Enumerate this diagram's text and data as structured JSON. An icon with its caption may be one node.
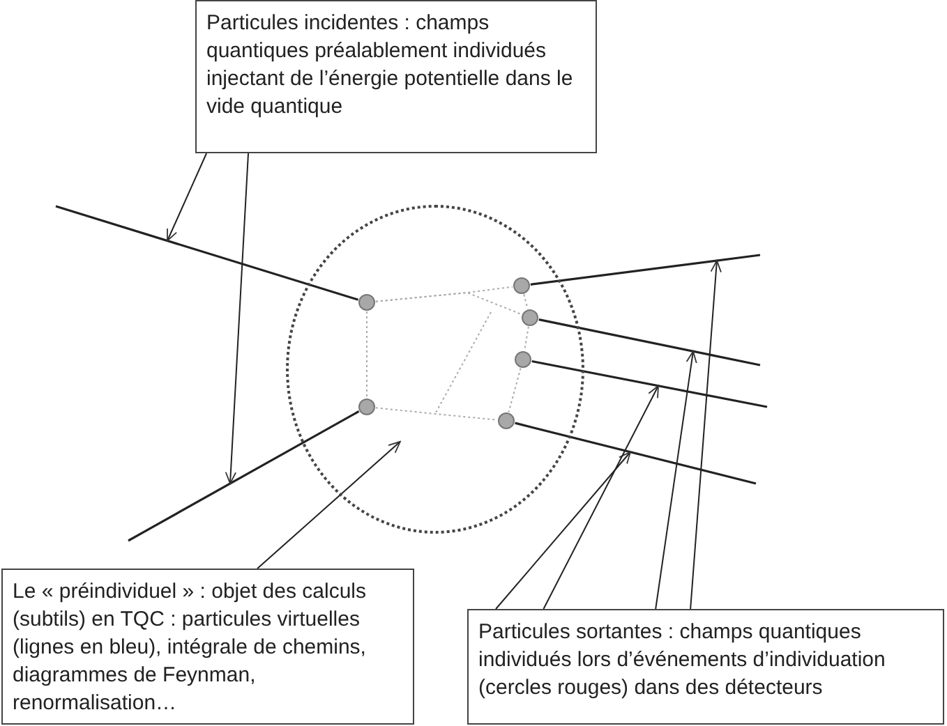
{
  "diagram": {
    "nodes": [
      {
        "text": [
          "Particules incidentes : champs quantiques préalablement individués injectant de l’énergie potentielle dans le vide quantique"
        ]
      },
      {
        "text": [
          "Le « préindividuel » : objet des calculs (subtils) en TQC : particules virtuelles (lignes en bleu), intégrale de chemins, diagrammes de Feynman, renormalisation…"
        ]
      },
      {
        "text": [
          "Particules sortantes : champs quantiques individués lors d’événements d’individuation (cercles rouges) dans des détecteurs"
        ]
      },
      {
        "text": [],
        "shape": "circle"
      },
      {
        "text": [],
        "shape": "circle",
        "in": 3
      },
      {
        "text": [],
        "shape": "circle",
        "in": 3
      },
      {
        "text": [],
        "shape": "circle",
        "in": 3
      },
      {
        "text": [],
        "shape": "circle",
        "in": 3
      },
      {
        "text": [],
        "shape": "circle",
        "in": 3
      },
      {
        "text": [],
        "shape": "circle",
        "in": 3
      }
    ],
    "edges": [
      {
        "from": null,
        "to": 4,
        "arrow": "none"
      },
      {
        "from": null,
        "to": 5,
        "arrow": "none"
      },
      {
        "from": 7,
        "to": null,
        "arrow": "none"
      },
      {
        "from": 9,
        "to": null,
        "arrow": "none"
      },
      {
        "from": 8,
        "to": null,
        "arrow": "none"
      },
      {
        "from": 6,
        "to": null,
        "arrow": "none"
      },
      {
        "from": 0,
        "to": null,
        "arrow": "to"
      },
      {
        "from": 0,
        "to": null,
        "arrow": "to"
      },
      {
        "from": 1,
        "to": 3,
        "arrow": "to"
      },
      {
        "from": 2,
        "to": null,
        "arrow": "to"
      },
      {
        "from": 2,
        "to": null,
        "arrow": "to"
      },
      {
        "from": 2,
        "to": null,
        "arrow": "to"
      },
      {
        "from": 2,
        "to": null,
        "arrow": "to"
      },
      {
        "from": 4,
        "to": 5,
        "arrow": "none",
        "style": "dashed",
        "color": "#aaaaaa"
      },
      {
        "from": 4,
        "to": 7,
        "arrow": "none",
        "style": "dashed",
        "color": "#aaaaaa"
      },
      {
        "from": 4,
        "to": 9,
        "arrow": "none",
        "style": "dashed",
        "color": "#aaaaaa"
      },
      {
        "from": 5,
        "to": 6,
        "arrow": "none",
        "style": "dashed",
        "color": "#aaaaaa"
      },
      {
        "from": 7,
        "to": 9,
        "arrow": "none",
        "style": "dashed",
        "color": "#aaaaaa"
      },
      {
        "from": 9,
        "to": 8,
        "arrow": "none",
        "style": "dashed",
        "color": "#aaaaaa"
      },
      {
        "from": 8,
        "to": 6,
        "arrow": "none",
        "style": "dashed",
        "color": "#aaaaaa"
      }
    ]
  }
}
